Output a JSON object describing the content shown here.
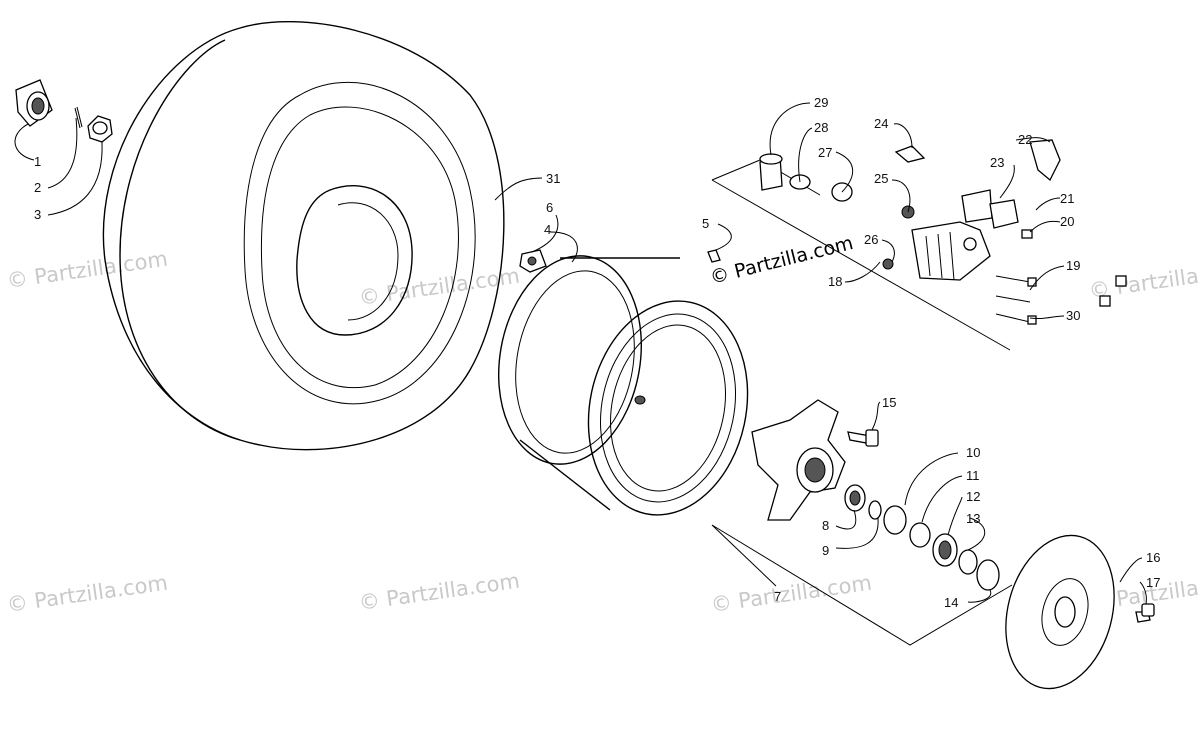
{
  "watermark": "© Partzilla.com",
  "brand_mark": "© Partzilla.com",
  "callouts": {
    "c1": "1",
    "c2": "2",
    "c3": "3",
    "c4": "4",
    "c5": "5",
    "c6": "6",
    "c7": "7",
    "c8": "8",
    "c9": "9",
    "c10": "10",
    "c11": "11",
    "c12": "12",
    "c13": "13",
    "c14": "14",
    "c15": "15",
    "c16": "16",
    "c17": "17",
    "c18": "18",
    "c19": "19",
    "c20": "20",
    "c21": "21",
    "c22": "22",
    "c23": "23",
    "c24": "24",
    "c25": "25",
    "c26": "26",
    "c27": "27",
    "c28": "28",
    "c29": "29",
    "c30": "30",
    "c31": "31"
  }
}
